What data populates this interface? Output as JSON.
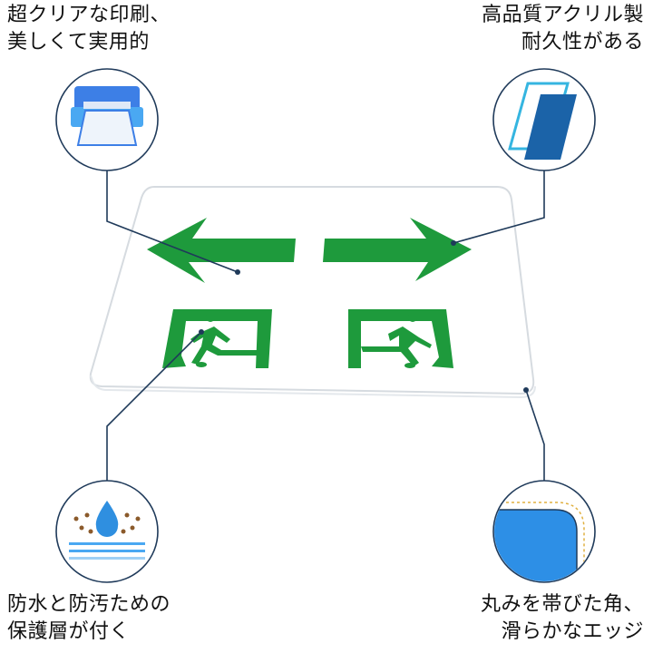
{
  "features": {
    "top_left": {
      "line1": "超クリアな印刷、",
      "line2": "美しくて実用的",
      "icon": "printer-icon"
    },
    "top_right": {
      "line1": "高品質アクリル製",
      "line2": "耐久性がある",
      "icon": "acrylic-sheet-icon"
    },
    "bottom_left": {
      "line1": "防水と防汚ための",
      "line2": "保護層が付く",
      "icon": "waterproof-layer-icon"
    },
    "bottom_right": {
      "line1": "丸みを帯びた角、",
      "line2": "滑らかなエッジ",
      "icon": "rounded-corner-icon"
    }
  },
  "colors": {
    "sign_green": "#1e9a3c",
    "leader_line": "#1f3a5a",
    "icon_blue": "#2f7fe0"
  }
}
